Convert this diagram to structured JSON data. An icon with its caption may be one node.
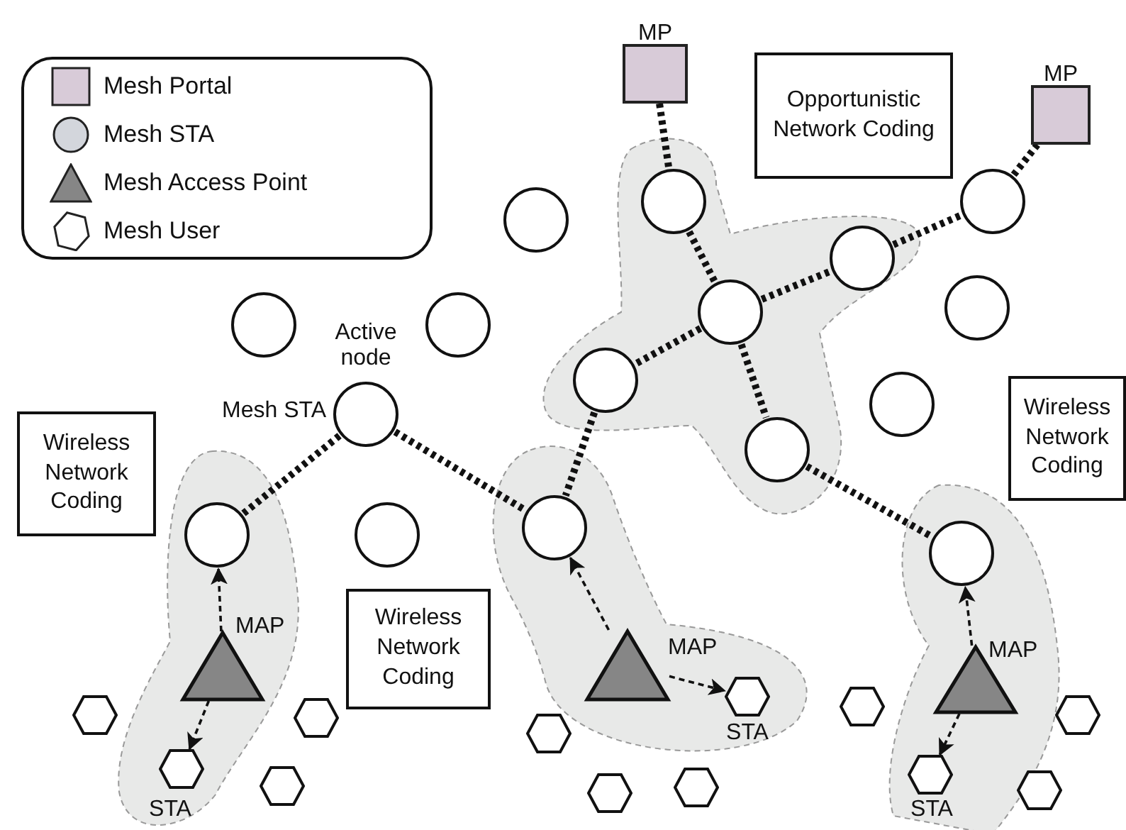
{
  "diagram": {
    "nodes": [
      {
        "text": [
          "MP"
        ]
      },
      {
        "text": [
          "Opportunistic Network Coding"
        ]
      },
      {
        "text": [
          "MP"
        ]
      },
      {
        "text": [],
        "shape": "circle"
      },
      {
        "text": [],
        "shape": "circle"
      },
      {
        "text": [],
        "shape": "circle"
      },
      {
        "text": [],
        "shape": "circle"
      },
      {
        "text": [],
        "shape": "circle"
      },
      {
        "text": [],
        "shape": "circle"
      },
      {
        "text": [],
        "shape": "circle"
      },
      {
        "text": [],
        "shape": "circle"
      },
      {
        "text": [],
        "shape": "circle"
      },
      {
        "text": [],
        "shape": "circle"
      },
      {
        "text": [],
        "shape": "circle",
        "beside": [
          "Active node",
          "Mesh STA"
        ]
      },
      {
        "text": [
          "Wireless Network Coding"
        ]
      },
      {
        "text": [
          "Wireless Network Coding"
        ]
      },
      {
        "text": [],
        "shape": "circle"
      },
      {
        "text": [],
        "shape": "circle"
      },
      {
        "text": [],
        "shape": "circle"
      },
      {
        "text": [],
        "shape": "circle"
      },
      {
        "text": [],
        "shape": "circle"
      },
      {
        "text": [
          "Wireless Network Coding"
        ]
      },
      {
        "text": [],
        "shape": "triangle",
        "beside": [
          "MAP"
        ]
      },
      {
        "text": [],
        "shape": "triangle",
        "beside": [
          "MAP"
        ]
      },
      {
        "text": [],
        "shape": "triangle",
        "beside": [
          "MAP"
        ]
      },
      {
        "text": [],
        "shape": "hexagon",
        "beside": [
          "STA"
        ]
      },
      {
        "text": [],
        "shape": "hexagon"
      },
      {
        "text": [],
        "shape": "hexagon"
      },
      {
        "text": [],
        "shape": "hexagon"
      },
      {
        "text": [],
        "shape": "hexagon"
      },
      {
        "text": [],
        "shape": "hexagon"
      },
      {
        "text": [],
        "shape": "hexagon",
        "beside": [
          "STA"
        ]
      },
      {
        "text": [],
        "shape": "hexagon",
        "beside": [
          "STA"
        ]
      },
      {
        "text": [],
        "shape": "hexagon"
      },
      {
        "text": [],
        "shape": "hexagon"
      },
      {
        "text": [],
        "shape": "hexagon"
      },
      {
        "text": [],
        "shape": "hexagon"
      }
    ],
    "edges": [
      {
        "from": 0,
        "to": 3,
        "arrow": "none",
        "style": "dashed"
      },
      {
        "from": 3,
        "to": 8,
        "arrow": "none",
        "style": "dashed"
      },
      {
        "from": 8,
        "to": 11,
        "arrow": "none",
        "style": "dashed"
      },
      {
        "from": 8,
        "to": 6,
        "arrow": "none",
        "style": "dashed"
      },
      {
        "from": 6,
        "to": 4,
        "arrow": "none",
        "style": "dashed"
      },
      {
        "from": 4,
        "to": 2,
        "arrow": "none",
        "style": "dashed"
      },
      {
        "from": 8,
        "to": 16,
        "arrow": "none",
        "style": "dashed"
      },
      {
        "from": 16,
        "to": 20,
        "arrow": "none",
        "style": "dashed"
      },
      {
        "from": 11,
        "to": 17,
        "arrow": "none",
        "style": "dashed"
      },
      {
        "from": 13,
        "to": 18,
        "arrow": "none",
        "style": "dashed"
      },
      {
        "from": 13,
        "to": 17,
        "arrow": "none",
        "style": "dashed"
      },
      {
        "from": 24,
        "to": 18,
        "arrow": "to",
        "style": "dashed"
      },
      {
        "from": 24,
        "to": 31,
        "arrow": "to",
        "style": "dashed"
      },
      {
        "from": 22,
        "to": 17,
        "arrow": "to",
        "style": "dashed"
      },
      {
        "from": 22,
        "to": 25,
        "arrow": "to",
        "style": "dashed"
      },
      {
        "from": 23,
        "to": 20,
        "arrow": "to",
        "style": "dashed"
      },
      {
        "from": 23,
        "to": 32,
        "arrow": "to",
        "style": "dashed"
      }
    ],
    "legend": [
      {
        "text": "Mesh Portal",
        "color": "#d8cbd8"
      },
      {
        "text": "Mesh STA",
        "color": "#d3d6dc"
      },
      {
        "text": "Mesh Access Point",
        "color": "#868686"
      },
      {
        "text": "Mesh User"
      }
    ]
  }
}
